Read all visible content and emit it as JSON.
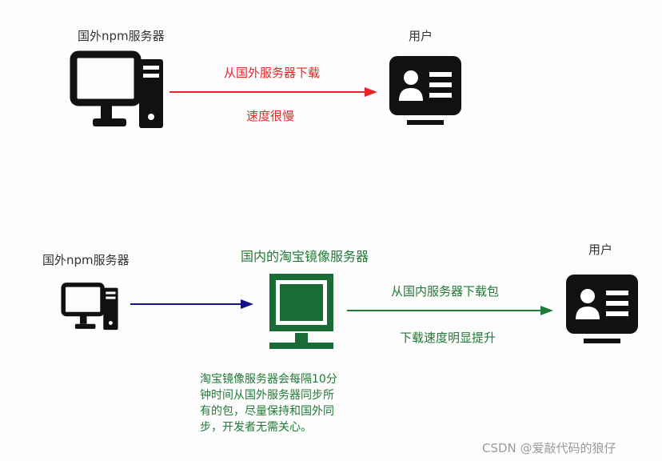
{
  "top": {
    "server_label": "国外npm服务器",
    "user_label": "用户",
    "arrow_top_text": "从国外服务器下载",
    "arrow_bottom_text": "速度很慢"
  },
  "bottom": {
    "server_label": "国外npm服务器",
    "mirror_label": "国内的淘宝镜像服务器",
    "user_label": "用户",
    "arrow_top_text": "从国内服务器下载包",
    "arrow_bottom_text": "下载速度明显提升",
    "note_lines": [
      "淘宝镜像服务器会每隔10分",
      "钟时间从国外服务器同步所",
      "有的包，尽量保持和国外同",
      "步，开发者无需关心。"
    ]
  },
  "watermark": "CSDN @爱敲代码的狼仔",
  "colors": {
    "red": "#e8262a",
    "green": "#1f7a35",
    "navy": "#12128c",
    "icon": "#111111"
  },
  "icons": [
    "desktop-computer-icon",
    "user-profile-icon",
    "monitor-icon"
  ]
}
